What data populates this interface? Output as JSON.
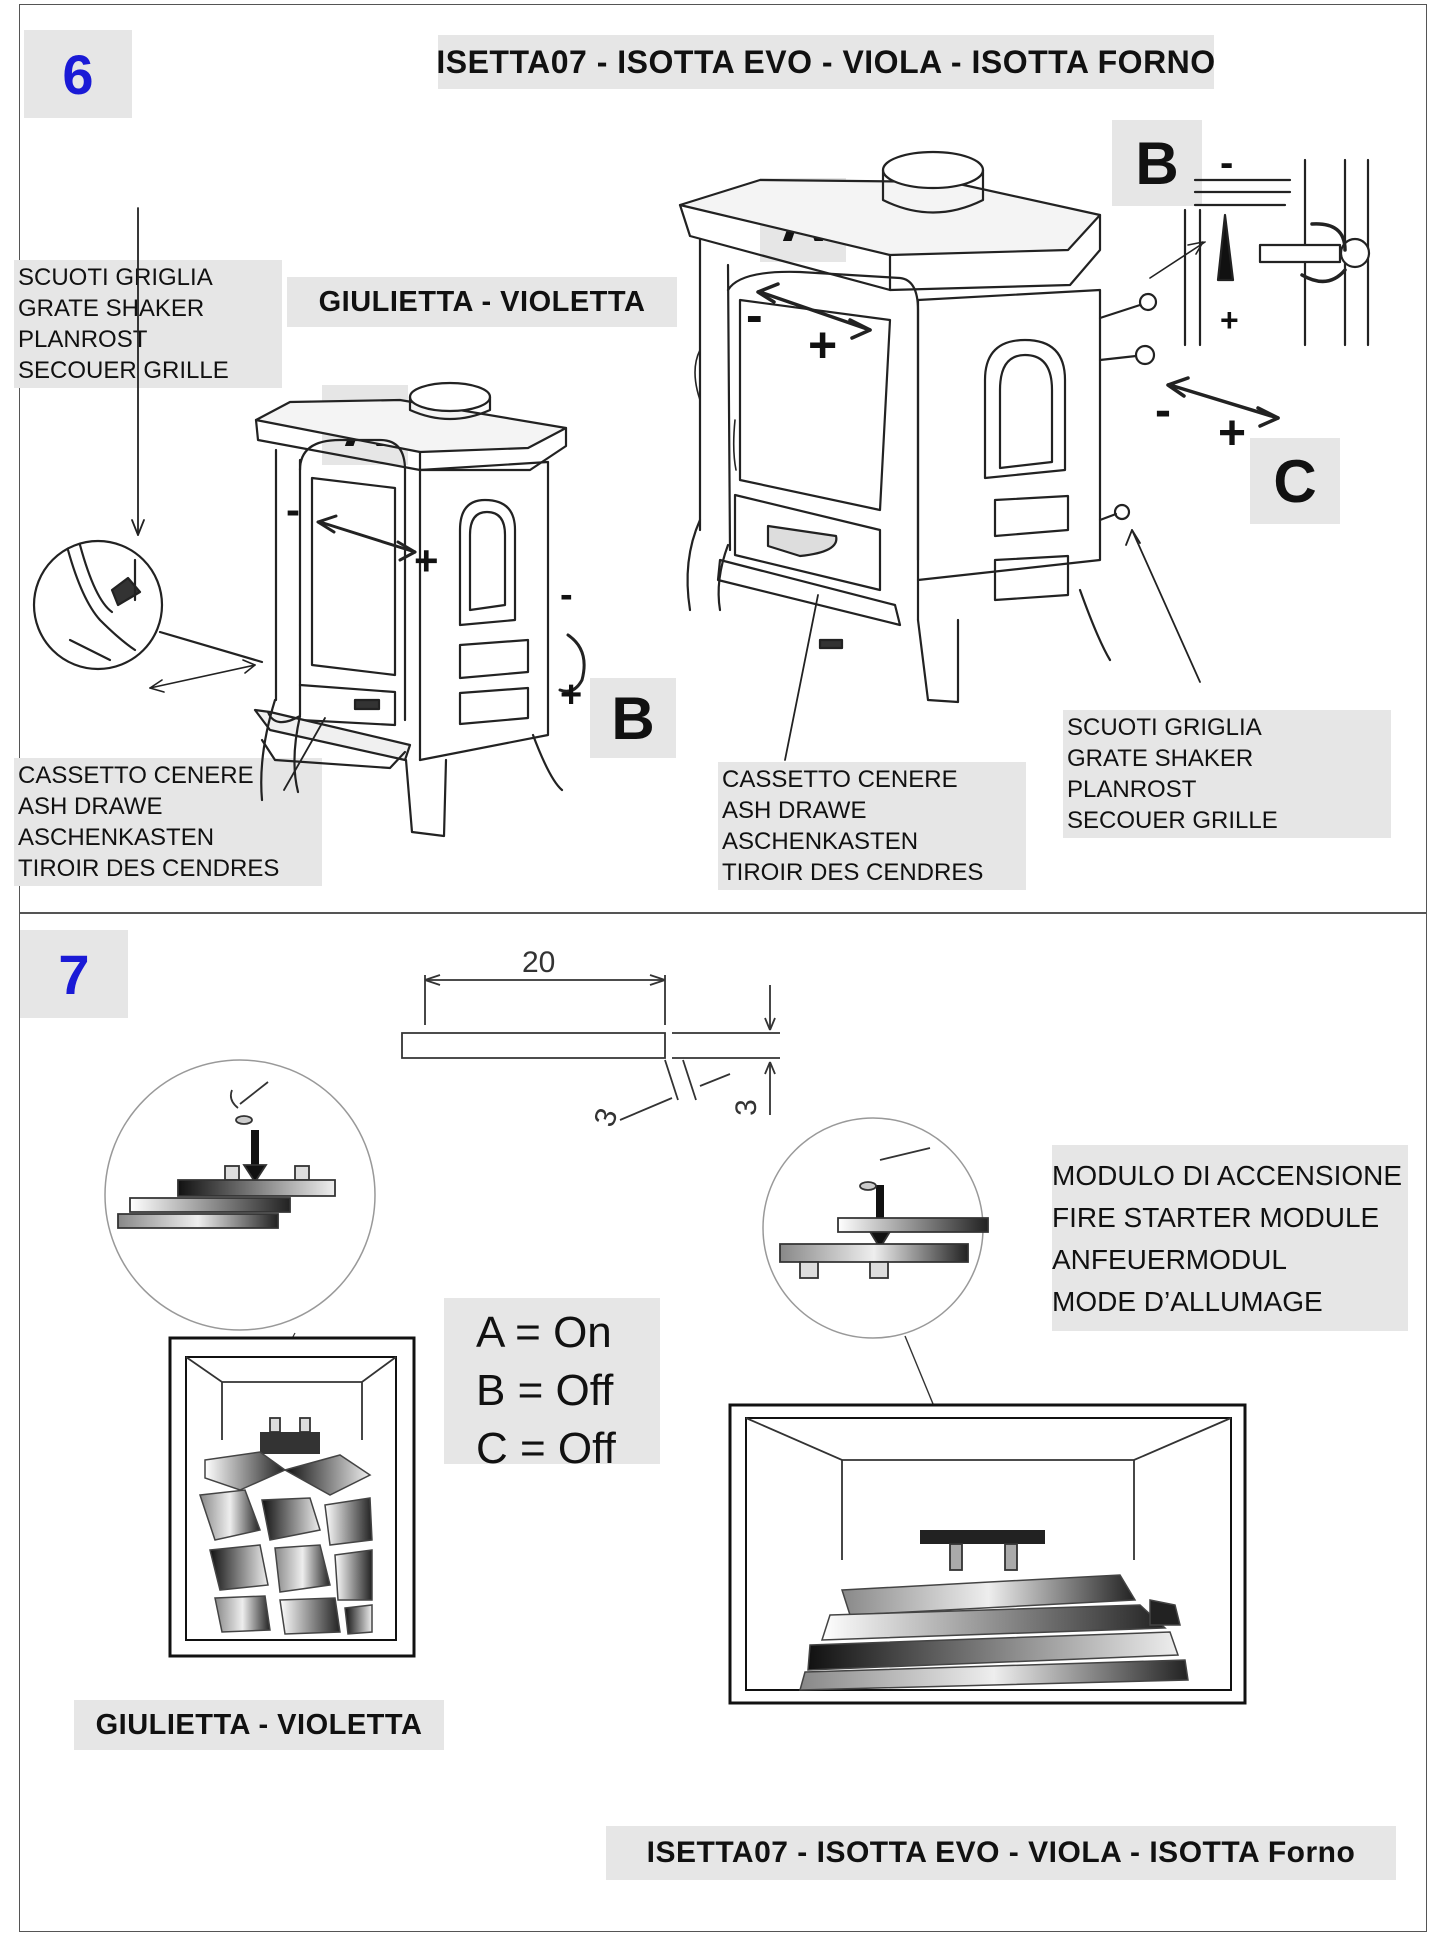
{
  "section6": {
    "number": "6",
    "header": "ISETTA07 - ISOTTA EVO - VIOLA - ISOTTA FORNO",
    "subheader": "GIULIETTA - VIOLETTA",
    "grate_shaker_left": [
      "SCUOTI GRIGLIA",
      "GRATE SHAKER",
      "PLANROST",
      "SECOUER GRILLE"
    ],
    "ash_drawer_left": [
      "CASSETTO CENERE",
      "ASH DRAWE",
      "ASCHENKASTEN",
      "TIROIR DES CENDRES"
    ],
    "ash_drawer_center": [
      "CASSETTO CENERE",
      "ASH DRAWE",
      "ASCHENKASTEN",
      "TIROIR DES CENDRES"
    ],
    "grate_shaker_right": [
      "SCUOTI GRIGLIA",
      "GRATE SHAKER",
      "PLANROST",
      "SECOUER GRILLE"
    ],
    "letters": {
      "a": "A",
      "b": "B",
      "c": "C"
    },
    "signs": {
      "minus": "-",
      "plus": "+"
    }
  },
  "section7": {
    "number": "7",
    "dimensions": {
      "length": "20",
      "width": "3",
      "height": "3"
    },
    "settings": [
      "A = On",
      "B = Off",
      "C = Off"
    ],
    "fire_starter": [
      "MODULO DI ACCENSIONE",
      "FIRE STARTER MODULE",
      "ANFEUERMODUL",
      "MODE D’ALLUMAGE"
    ],
    "footer_left": "GIULIETTA - VIOLETTA",
    "footer_right": "ISETTA07 - ISOTTA EVO - VIOLA - ISOTTA Forno"
  }
}
